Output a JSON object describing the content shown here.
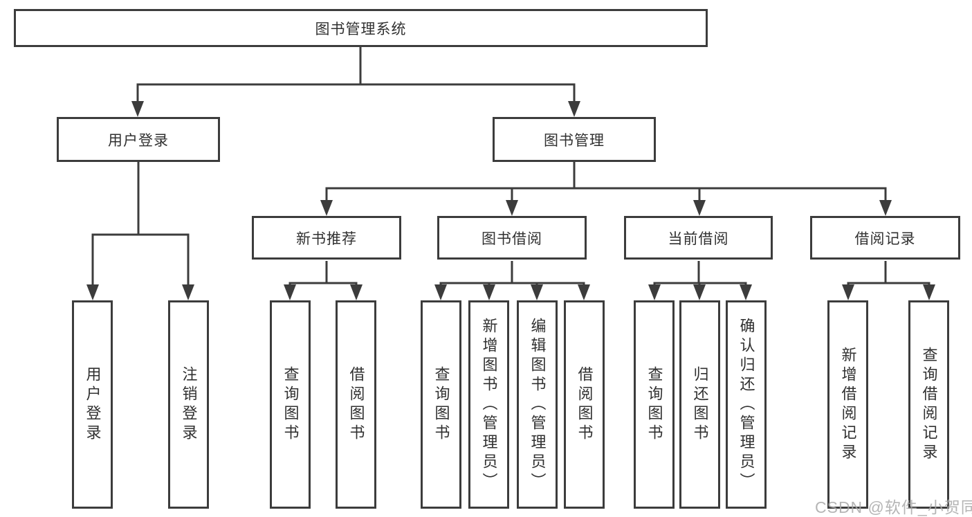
{
  "diagram": {
    "root": {
      "label": "图书管理系统"
    },
    "level2": [
      {
        "label": "用户登录"
      },
      {
        "label": "图书管理"
      }
    ],
    "level3": [
      {
        "label": "新书推荐"
      },
      {
        "label": "图书借阅"
      },
      {
        "label": "当前借阅"
      },
      {
        "label": "借阅记录"
      }
    ],
    "leaves": {
      "login": [
        {
          "label": "用户登录"
        },
        {
          "label": "注销登录"
        }
      ],
      "newBooks": [
        {
          "label": "查询图书"
        },
        {
          "label": "借阅图书"
        }
      ],
      "bookBorrow": [
        {
          "label": "查询图书"
        },
        {
          "label": "新增图书（管理员）"
        },
        {
          "label": "编辑图书（管理员）"
        },
        {
          "label": "借阅图书"
        }
      ],
      "currentBorrow": [
        {
          "label": "查询图书"
        },
        {
          "label": "归还图书"
        },
        {
          "label": "确认归还（管理员）"
        }
      ],
      "borrowRecords": [
        {
          "label": "新增借阅记录"
        },
        {
          "label": "查询借阅记录"
        }
      ]
    }
  },
  "watermark": {
    "text": "CSDN @软件_小贺同学"
  },
  "colors": {
    "line": "#3c3c3c",
    "text": "#303030",
    "background": "#ffffff",
    "watermark": "#a8a8a8"
  }
}
